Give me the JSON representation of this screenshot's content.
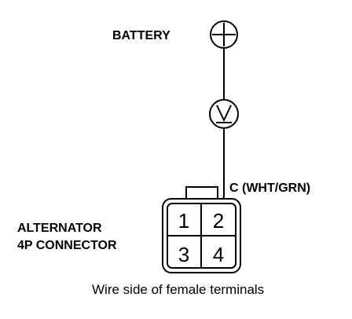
{
  "battery": {
    "label": "BATTERY",
    "icon": "battery-positive-terminal-icon"
  },
  "voltmeter": {
    "icon": "voltmeter-icon"
  },
  "wire": {
    "label": "C (WHT/GRN)"
  },
  "connector": {
    "label_line1": "ALTERNATOR",
    "label_line2": "4P CONNECTOR",
    "pins": [
      "1",
      "2",
      "3",
      "4"
    ],
    "caption": "Wire side of female terminals"
  }
}
